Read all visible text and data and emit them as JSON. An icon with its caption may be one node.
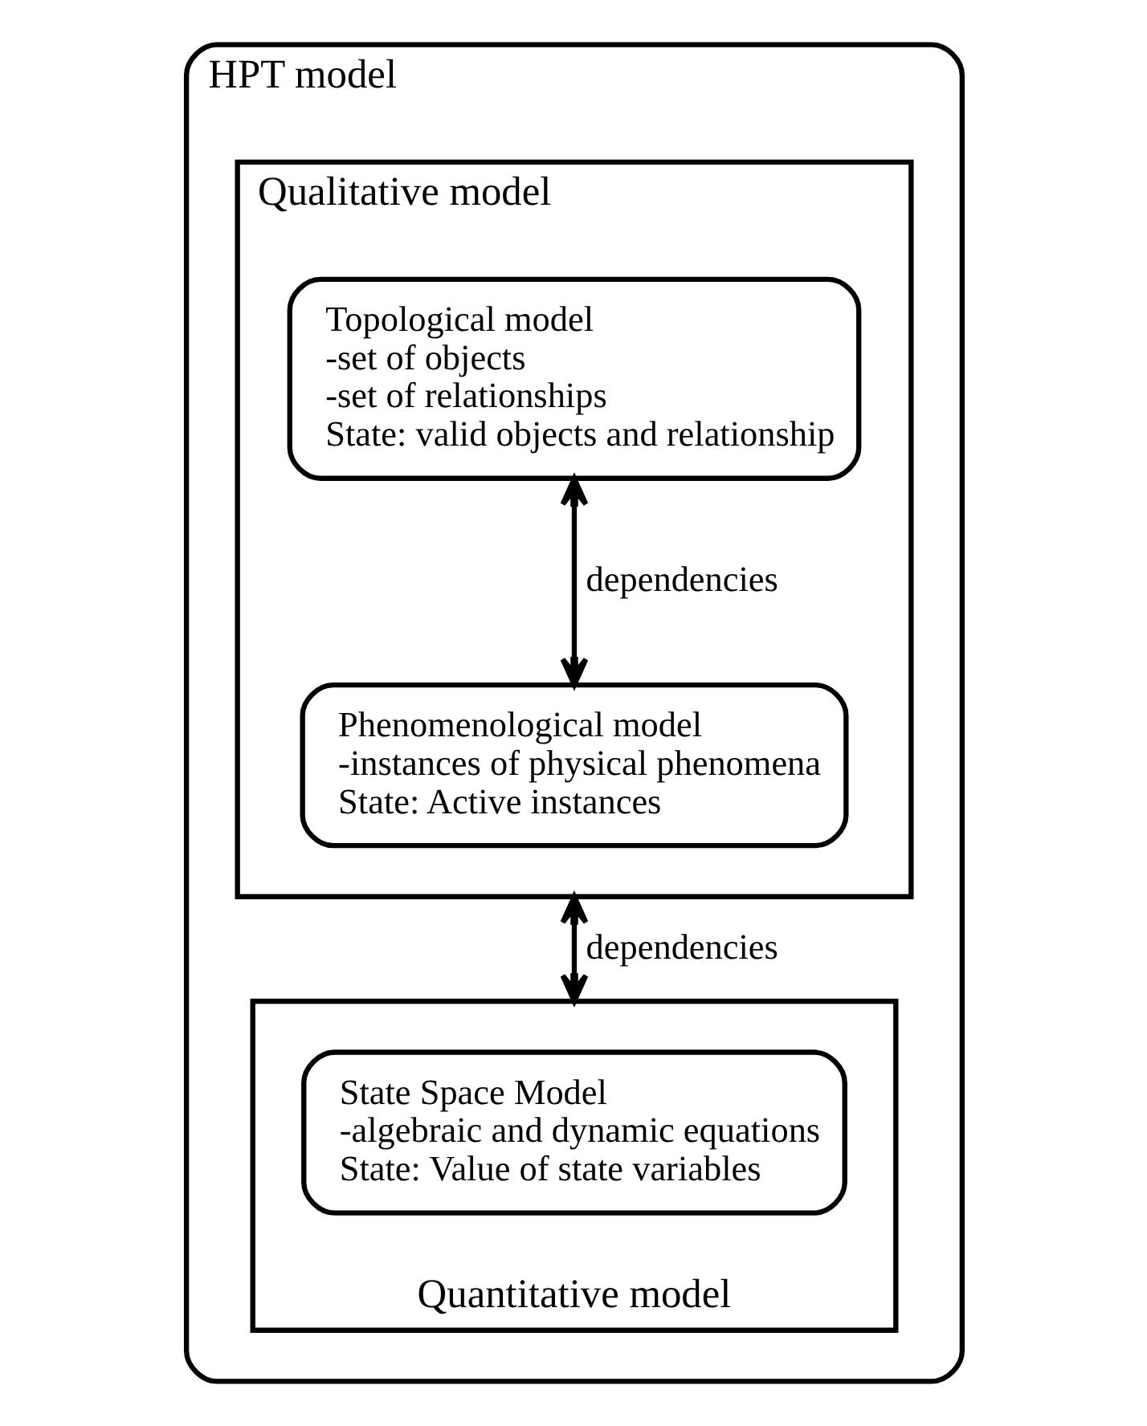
{
  "diagram": {
    "nodes": [
      {
        "text": [
          "HPT model"
        ]
      },
      {
        "text": [
          "Qualitative model"
        ],
        "in": 0
      },
      {
        "text": [
          "Topological model",
          "-set of objects",
          "-set of relationships",
          "State: valid objects and relationship"
        ],
        "in": 1
      },
      {
        "text": [
          "Phenomenological model",
          "-instances of physical phenomena",
          "State: Active instances"
        ],
        "in": 1
      },
      {
        "text": [
          "Quantitative model"
        ],
        "in": 0
      },
      {
        "text": [
          "State Space Model",
          "-algebraic and dynamic equations",
          "State: Value of state variables"
        ],
        "in": 4
      }
    ],
    "edges": [
      {
        "from": 2,
        "to": 3,
        "arrow": "both",
        "label": "dependencies"
      },
      {
        "from": 1,
        "to": 4,
        "arrow": "both",
        "label": "dependencies"
      }
    ]
  }
}
